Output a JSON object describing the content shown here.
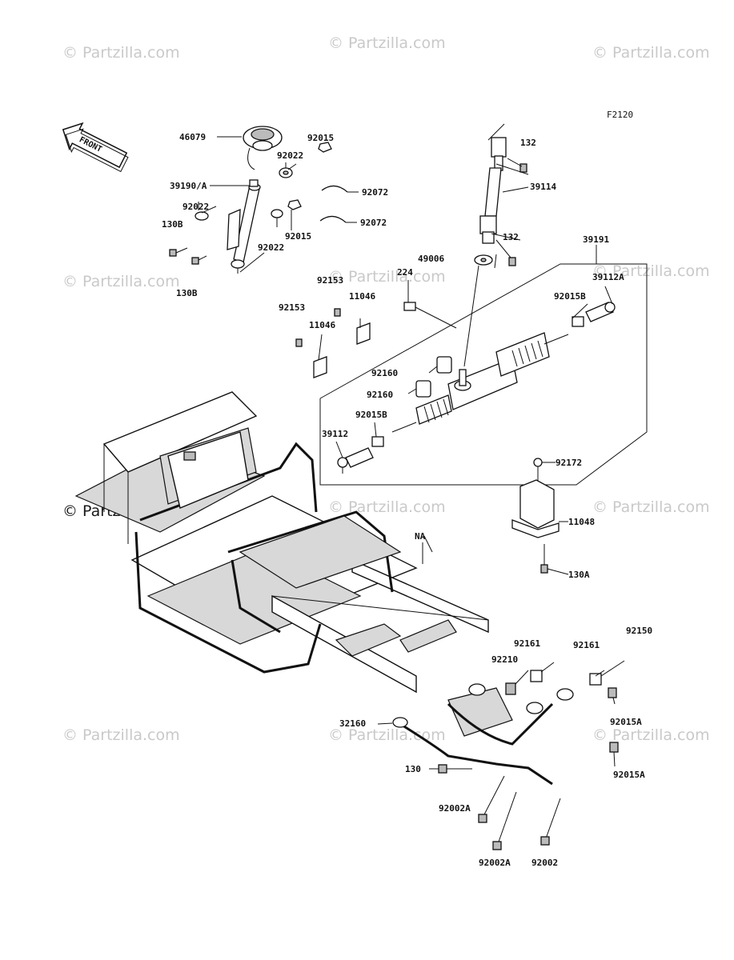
{
  "diagram": {
    "figure_code": "F2120",
    "front_label": "FRONT",
    "watermark": "© Partzilla.com",
    "frame_label": "NA",
    "callouts": {
      "p46079": "46079",
      "p92015_top": "92015",
      "p92022_top": "92022",
      "p92072_a": "92072",
      "p39190A": "39190/A",
      "p92022_left": "92022",
      "p130B_a": "130B",
      "p92015_mid": "92015",
      "p92072_b": "92072",
      "p92022_bot": "92022",
      "p130B_b": "130B",
      "p132_a": "132",
      "p39114": "39114",
      "p132_b": "132",
      "p39191": "39191",
      "p49006": "49006",
      "p224": "224",
      "p39112A": "39112A",
      "p92153_a": "92153",
      "p11046_a": "11046",
      "p92153_b": "92153",
      "p11046_b": "11046",
      "p92015B_a": "92015B",
      "p92160_a": "92160",
      "p92160_b": "92160",
      "p92015B_b": "92015B",
      "p39112": "39112",
      "p92172": "92172",
      "p11048": "11048",
      "p130A": "130A",
      "p92150": "92150",
      "p92161_a": "92161",
      "p92161_b": "92161",
      "p92210": "92210",
      "p92015A_a": "92015A",
      "p32160": "32160",
      "p130": "130",
      "p92015A_b": "92015A",
      "p92002A_a": "92002A",
      "p92002A_b": "92002A",
      "p92002": "92002"
    }
  }
}
